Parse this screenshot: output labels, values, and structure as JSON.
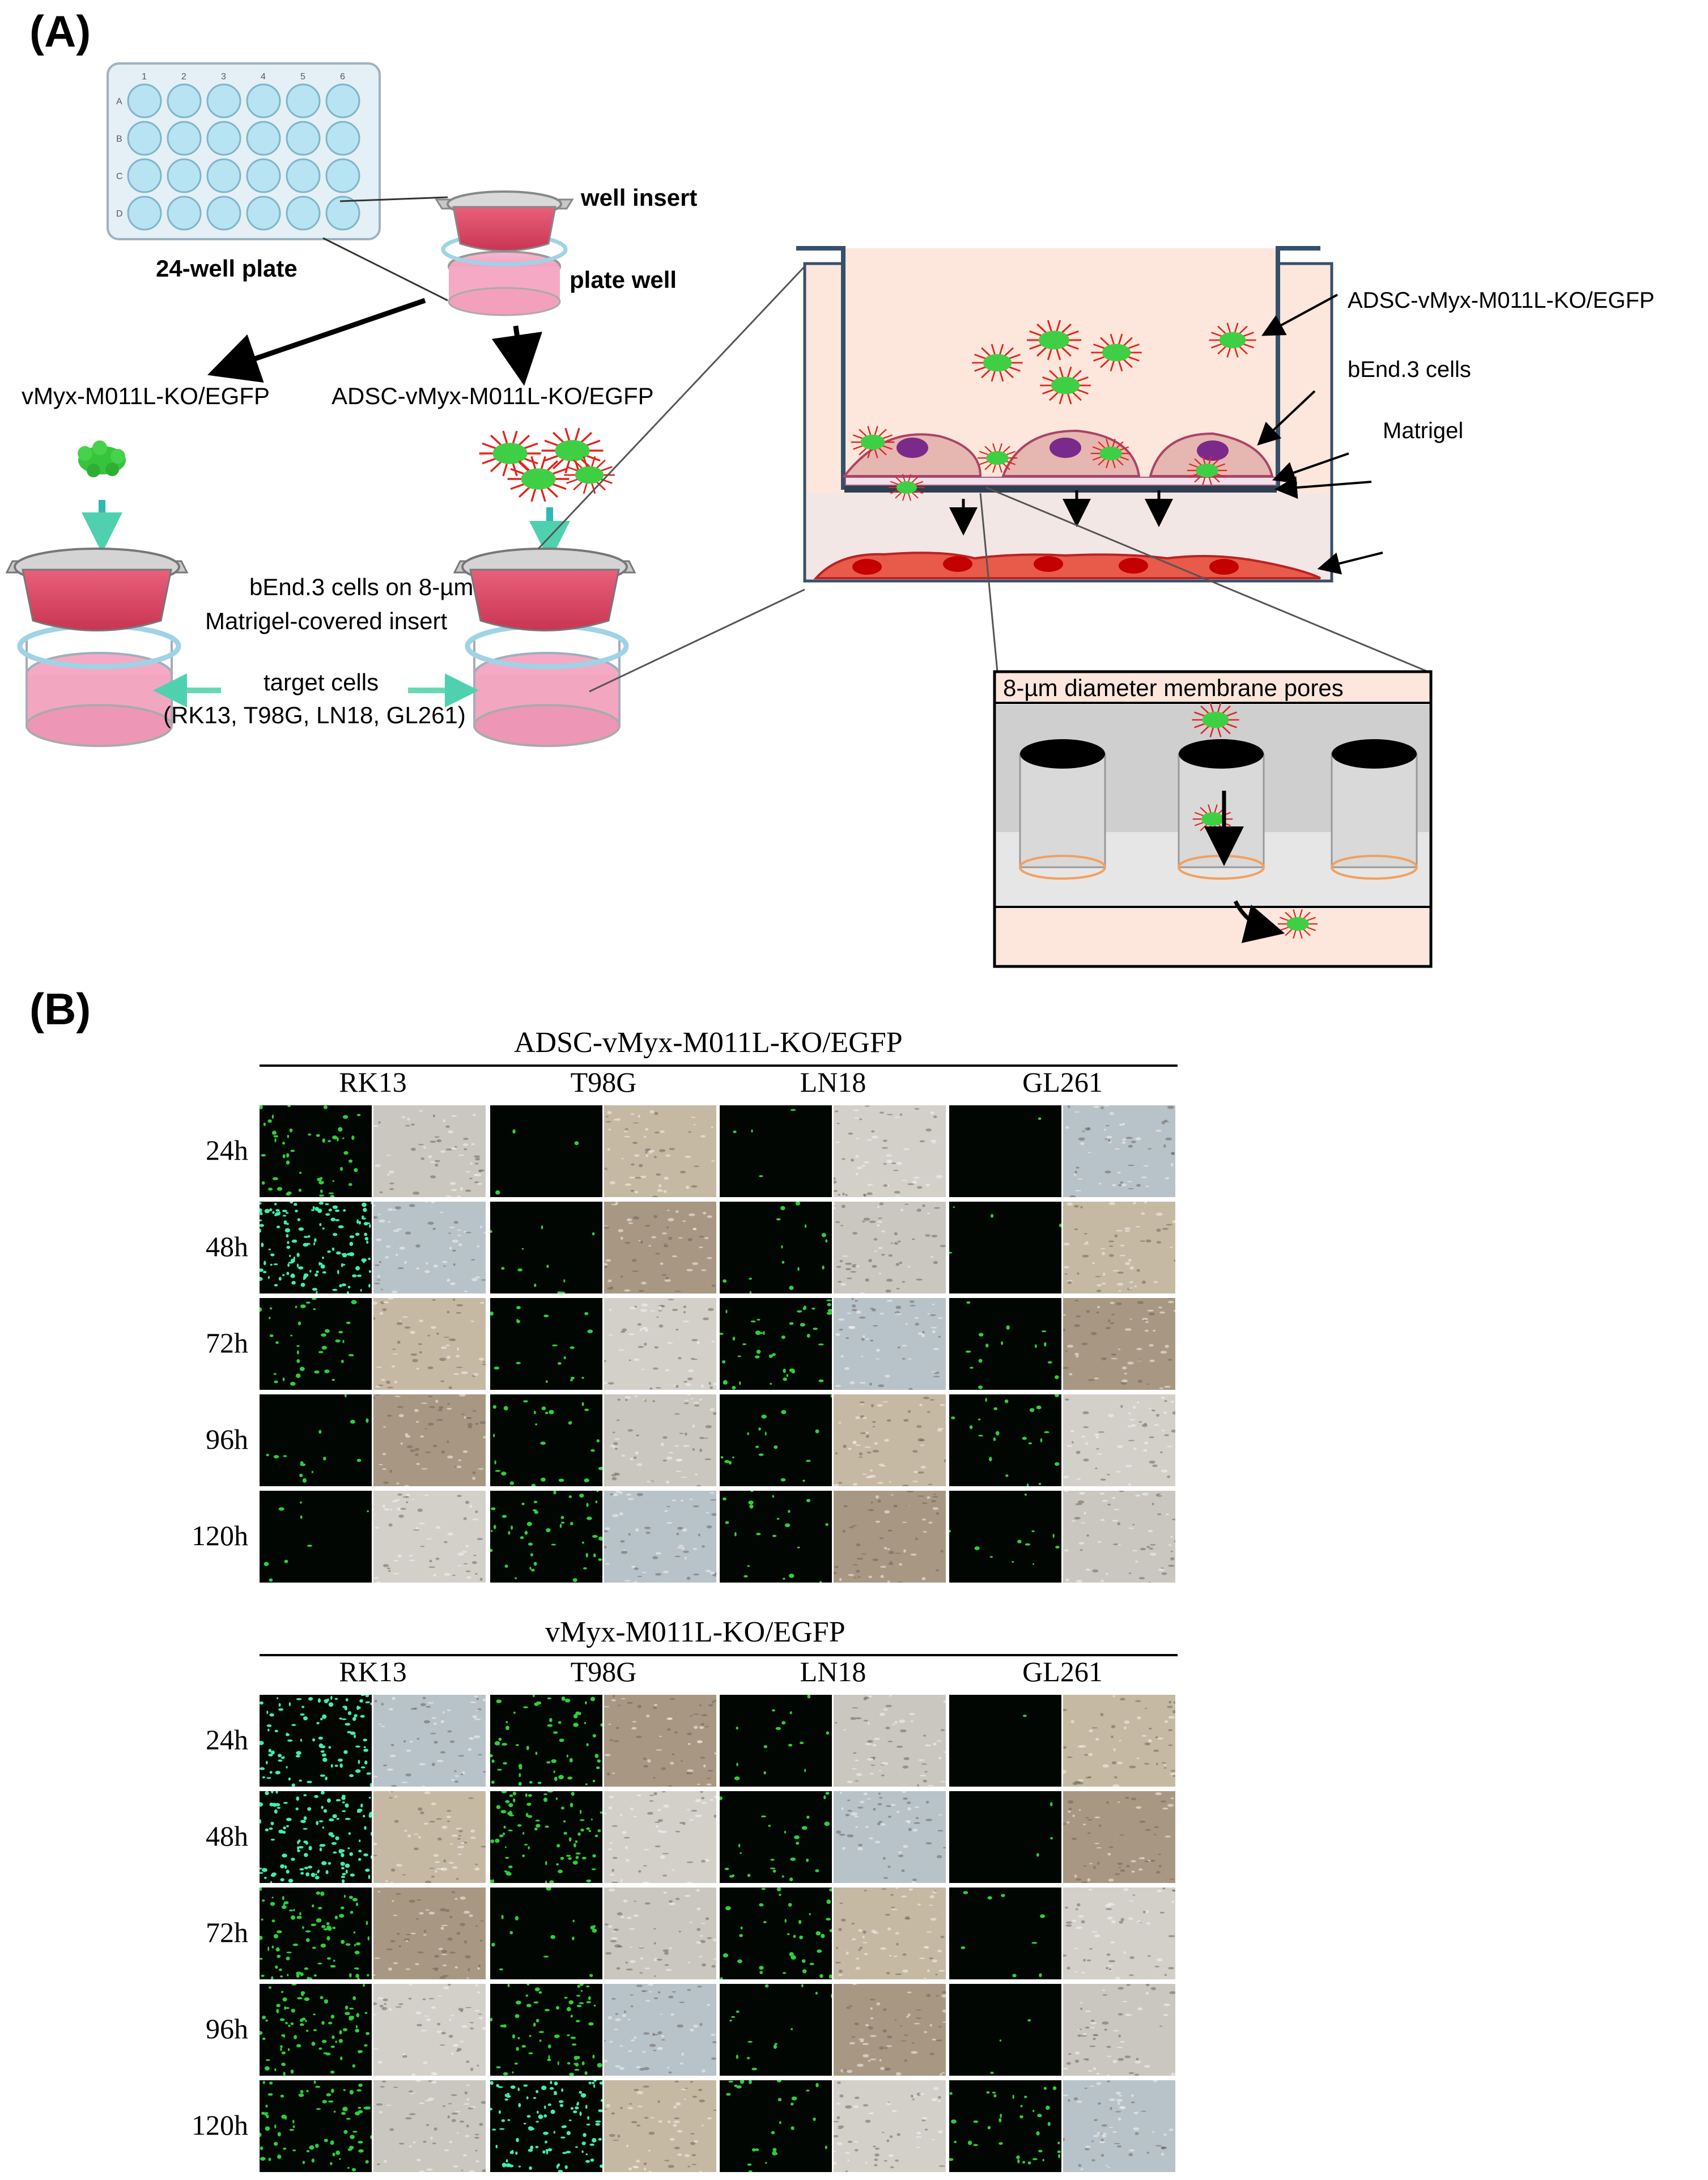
{
  "panel_a": {
    "label": "(A)",
    "plate_label": "24-well plate",
    "plate_cols": [
      "1",
      "2",
      "3",
      "4",
      "5",
      "6"
    ],
    "plate_rows": [
      "A",
      "B",
      "C",
      "D"
    ],
    "well_insert": "well insert",
    "plate_well": "plate well",
    "left_condition": "vMyx-M011L-KO/EGFP",
    "right_condition": "ADSC-vMyx-M011L-KO/EGFP",
    "insert_desc_line1": "bEnd.3 cells on 8-µm",
    "insert_desc_line2": "Matrigel-covered insert",
    "target_line1": "target cells",
    "target_line2": "(RK13, T98G, LN18, GL261)",
    "callout_adsc": "ADSC-vMyx-M011L-KO/EGFP",
    "callout_bend": "bEnd.3 cells",
    "callout_matrigel": "Matrigel",
    "pores_title": "8-µm diameter membrane pores"
  },
  "panel_b": {
    "label": "(B)",
    "grids": [
      {
        "title": "ADSC-vMyx-M011L-KO/EGFP",
        "columns": [
          "RK13",
          "T98G",
          "LN18",
          "GL261"
        ],
        "rows": [
          "24h",
          "48h",
          "72h",
          "96h",
          "120h"
        ],
        "green_density": [
          [
            0.35,
            0.02,
            0.03,
            0.01
          ],
          [
            0.95,
            0.08,
            0.1,
            0.03
          ],
          [
            0.25,
            0.12,
            0.28,
            0.1
          ],
          [
            0.1,
            0.18,
            0.12,
            0.15
          ],
          [
            0.06,
            0.3,
            0.14,
            0.08
          ]
        ]
      },
      {
        "title": "vMyx-M011L-KO/EGFP",
        "columns": [
          "RK13",
          "T98G",
          "LN18",
          "GL261"
        ],
        "rows": [
          "24h",
          "48h",
          "72h",
          "96h",
          "120h"
        ],
        "green_density": [
          [
            0.7,
            0.4,
            0.1,
            0.01
          ],
          [
            0.85,
            0.55,
            0.18,
            0.02
          ],
          [
            0.6,
            0.1,
            0.25,
            0.06
          ],
          [
            0.55,
            0.45,
            0.1,
            0.02
          ],
          [
            0.5,
            0.75,
            0.18,
            0.25
          ]
        ]
      }
    ]
  }
}
